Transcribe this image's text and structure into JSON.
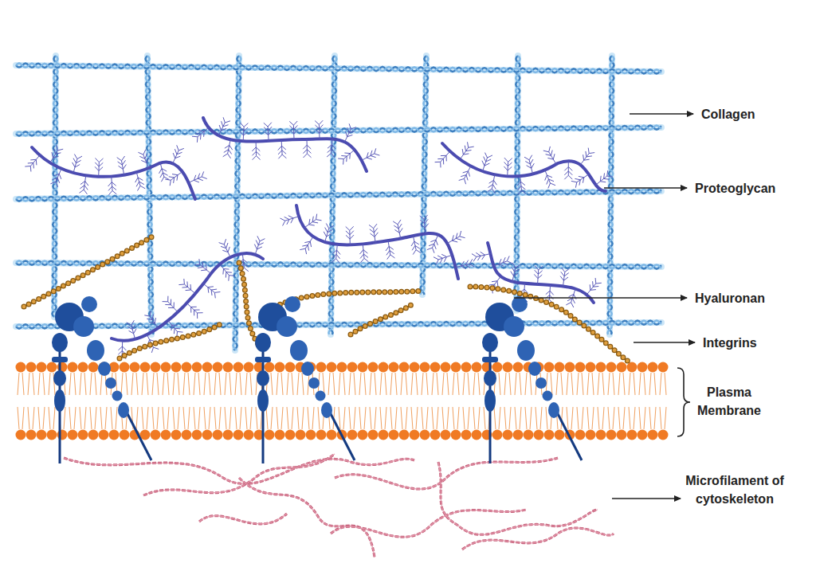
{
  "diagram": {
    "labels": [
      "Collagen",
      "Proteoglycan",
      "Hyaluronan",
      "Integrins",
      "Plasma Membrane",
      "Microfilament of cytoskeleton"
    ]
  }
}
